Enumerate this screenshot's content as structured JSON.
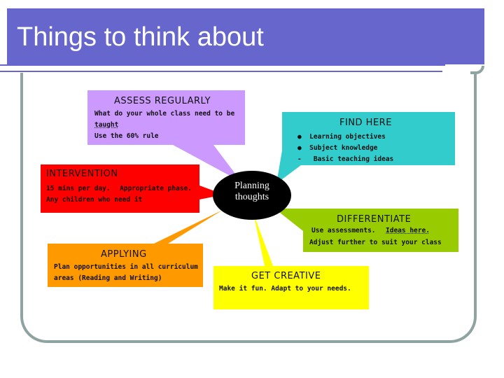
{
  "slide": {
    "title": "Things to think about"
  },
  "diagram": {
    "center": {
      "line1": "Planning",
      "line2": "thoughts"
    },
    "boxes": {
      "assess": {
        "title": "ASSESS REGULARLY",
        "lines": [
          "What do your whole class need to be",
          "taught",
          "Use the 60% rule"
        ],
        "color": "#cc99ff"
      },
      "find": {
        "title": "FIND HERE",
        "bullets": [
          "Learning objectives",
          "Subject knowledge",
          "Basic teaching ideas"
        ],
        "color": "#33cccc"
      },
      "intervention": {
        "title": "INTERVENTION",
        "lines": [
          "15 mins per day.",
          "Appropriate phase.",
          "Any children who need it"
        ],
        "color": "#ff0000"
      },
      "differentiate": {
        "title": "DIFFERENTIATE",
        "lines": [
          "Use assessments.",
          "Ideas here.",
          "Adjust further to suit your class"
        ],
        "color": "#99cc00"
      },
      "applying": {
        "title": "APPLYING",
        "lines": [
          "Plan opportunities in all curriculum",
          "areas (Reading and Writing)"
        ],
        "color": "#ff9900"
      },
      "creative": {
        "title": "GET CREATIVE",
        "lines": [
          "Make it fun. Adapt to your needs."
        ],
        "color": "#ffff00"
      }
    }
  }
}
